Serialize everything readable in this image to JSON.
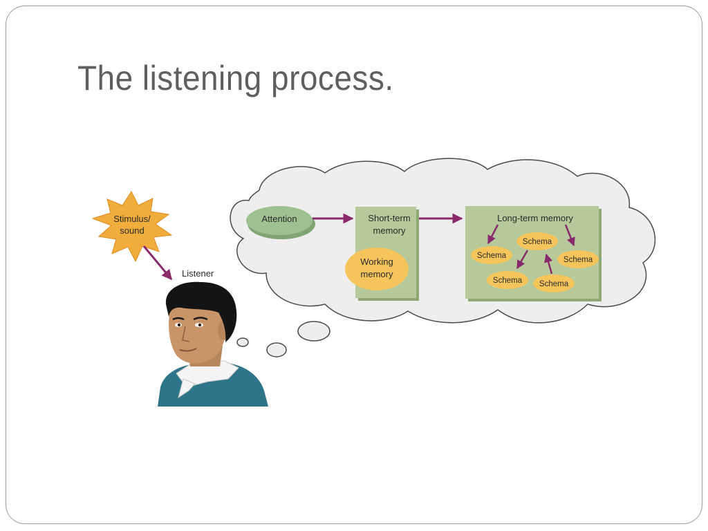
{
  "slide": {
    "title": "The listening process."
  },
  "diagram": {
    "stimulus": {
      "line1": "Stimulus/",
      "line2": "sound"
    },
    "listener": {
      "label": "Listener"
    },
    "attention": {
      "label": "Attention"
    },
    "short_term": {
      "line1": "Short-term",
      "line2": "memory"
    },
    "working": {
      "line1": "Working",
      "line2": "memory"
    },
    "long_term": {
      "label": "Long-term memory"
    },
    "schemas": [
      {
        "label": "Schema"
      },
      {
        "label": "Schema"
      },
      {
        "label": "Schema"
      },
      {
        "label": "Schema"
      },
      {
        "label": "Schema"
      }
    ]
  },
  "colors": {
    "title": "#5f5f5f",
    "cloud_fill": "#eeeeee",
    "box_green": "#b5c99a",
    "box_green_shadow": "#8ea873",
    "attention_green": "#9fc090",
    "oval_yellow": "#f5c55c",
    "arrow": "#8a2a6c",
    "star": "#f0ad3c",
    "sweater": "#2f7589"
  }
}
